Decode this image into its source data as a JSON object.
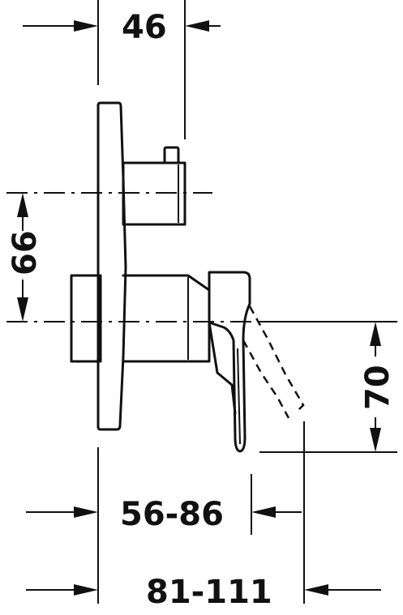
{
  "dimensions": {
    "top_width": "46",
    "left_height": "66",
    "right_height": "70",
    "depth_range_1": "56-86",
    "depth_range_2": "81-111"
  },
  "colors": {
    "line": "#111111",
    "background": "#ffffff"
  }
}
